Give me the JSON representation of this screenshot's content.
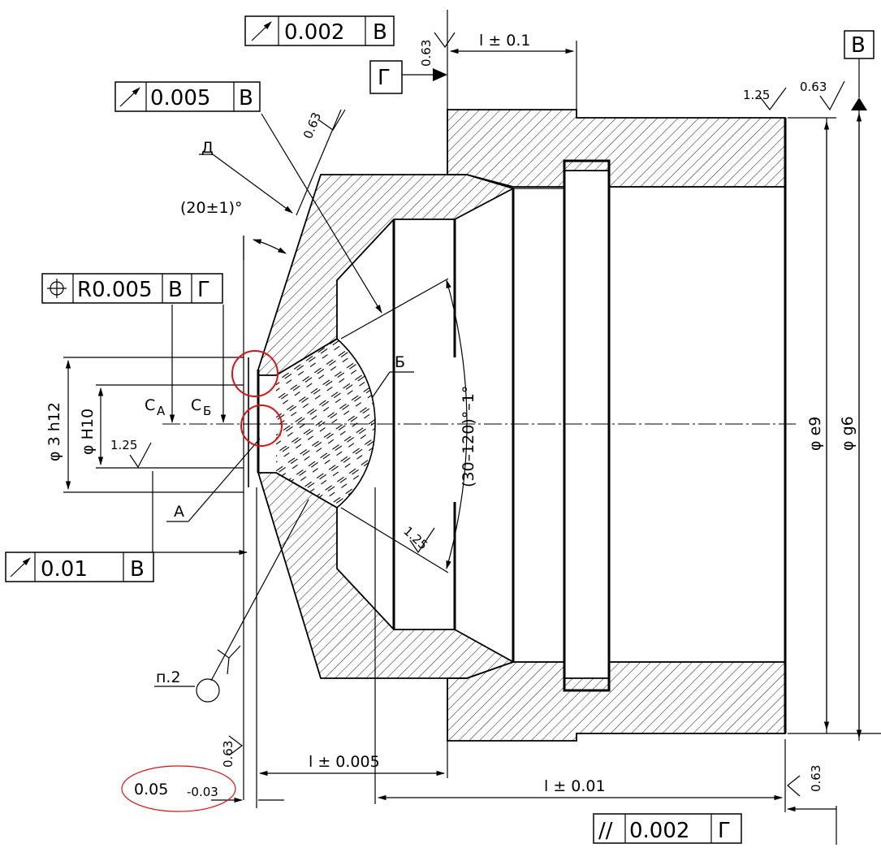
{
  "frames": {
    "top_runout": {
      "symbol": "runout",
      "value": "0.002",
      "datum": "В"
    },
    "cone_runout": {
      "symbol": "runout",
      "value": "0.005",
      "datum": "В"
    },
    "position": {
      "symbol": "position",
      "value": "R0.005",
      "datum1": "В",
      "datum2": "Г"
    },
    "face_runout": {
      "symbol": "runout",
      "value": "0.01",
      "datum": "В"
    },
    "parallel": {
      "symbol": "//",
      "value": "0.002",
      "datum": "Г"
    }
  },
  "datums": {
    "top_right": "В",
    "face": "Г"
  },
  "roughness": {
    "top_face": "0.63",
    "cone": "0.63",
    "right_bore": "1.25",
    "right_outer": "0.63",
    "left_bore": "1.25",
    "inner_cone": "1.25",
    "bottom_face": "0.63",
    "right_face": "0.63"
  },
  "dims": {
    "l_01": "l ± 0.1",
    "l_0005": "l ± 0.005",
    "l_001": "l ± 0.01",
    "angle_20": "(20±1)°",
    "angle_range": "(30–120)°–1°",
    "dia_3h12": "φ 3 h12",
    "dia_h10": "φ H10",
    "dia_e9": "φ e9",
    "dia_g6": "φ g6",
    "thickness": "0.05",
    "thickness_tol": "-0.03"
  },
  "labels": {
    "D": "Д",
    "B_letter": "Б",
    "A_letter": "А",
    "C_A": "C",
    "C_A_sub": "A",
    "C_B": "C",
    "C_B_sub": "Б",
    "note": "п.2"
  }
}
